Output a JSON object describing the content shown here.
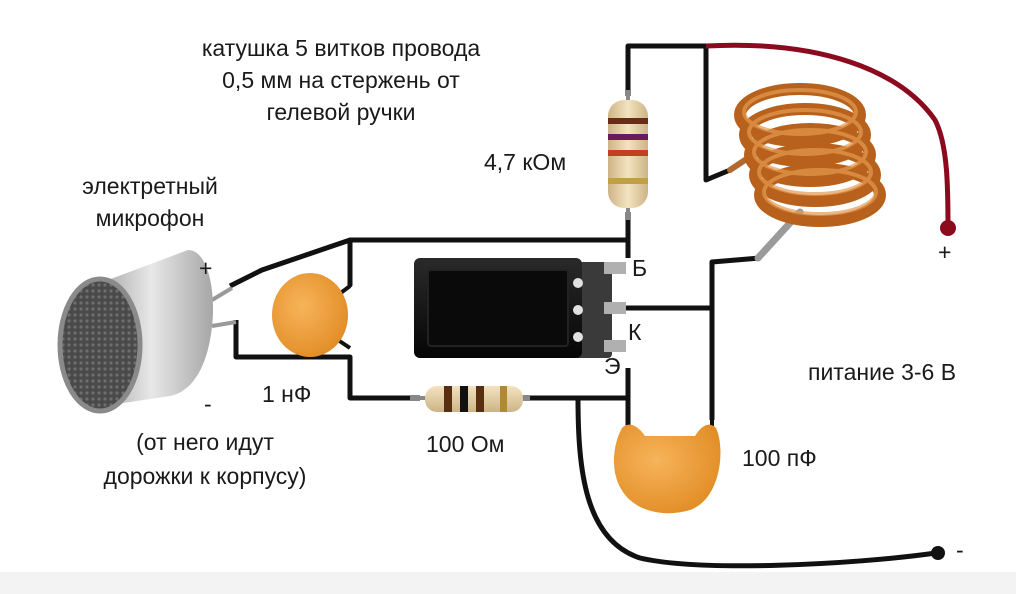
{
  "labels": {
    "coil_note": [
      "катушка 5 витков провода",
      "0,5 мм на стержень от",
      "гелевой ручки"
    ],
    "mic_title": [
      "электретный",
      "микрофон"
    ],
    "mic_note": [
      "(от него идут",
      "дорожки к корпусу)"
    ],
    "mic_plus": "+",
    "mic_minus": "-",
    "resistor_47k": "4,7 кОм",
    "cap_1n": "1 нФ",
    "resistor_100": "100 Ом",
    "cap_100p": "100 пФ",
    "power": "питание 3-6 В",
    "power_plus": "+",
    "power_minus": "-",
    "pin_b": "Б",
    "pin_k": "К",
    "pin_e": "Э"
  },
  "colors": {
    "wire": "#111111",
    "positive_wire": "#8b0a1e",
    "capacitor": "#f0a040",
    "coil": "#b8611c",
    "resistor_body": "#e6d2a8"
  }
}
